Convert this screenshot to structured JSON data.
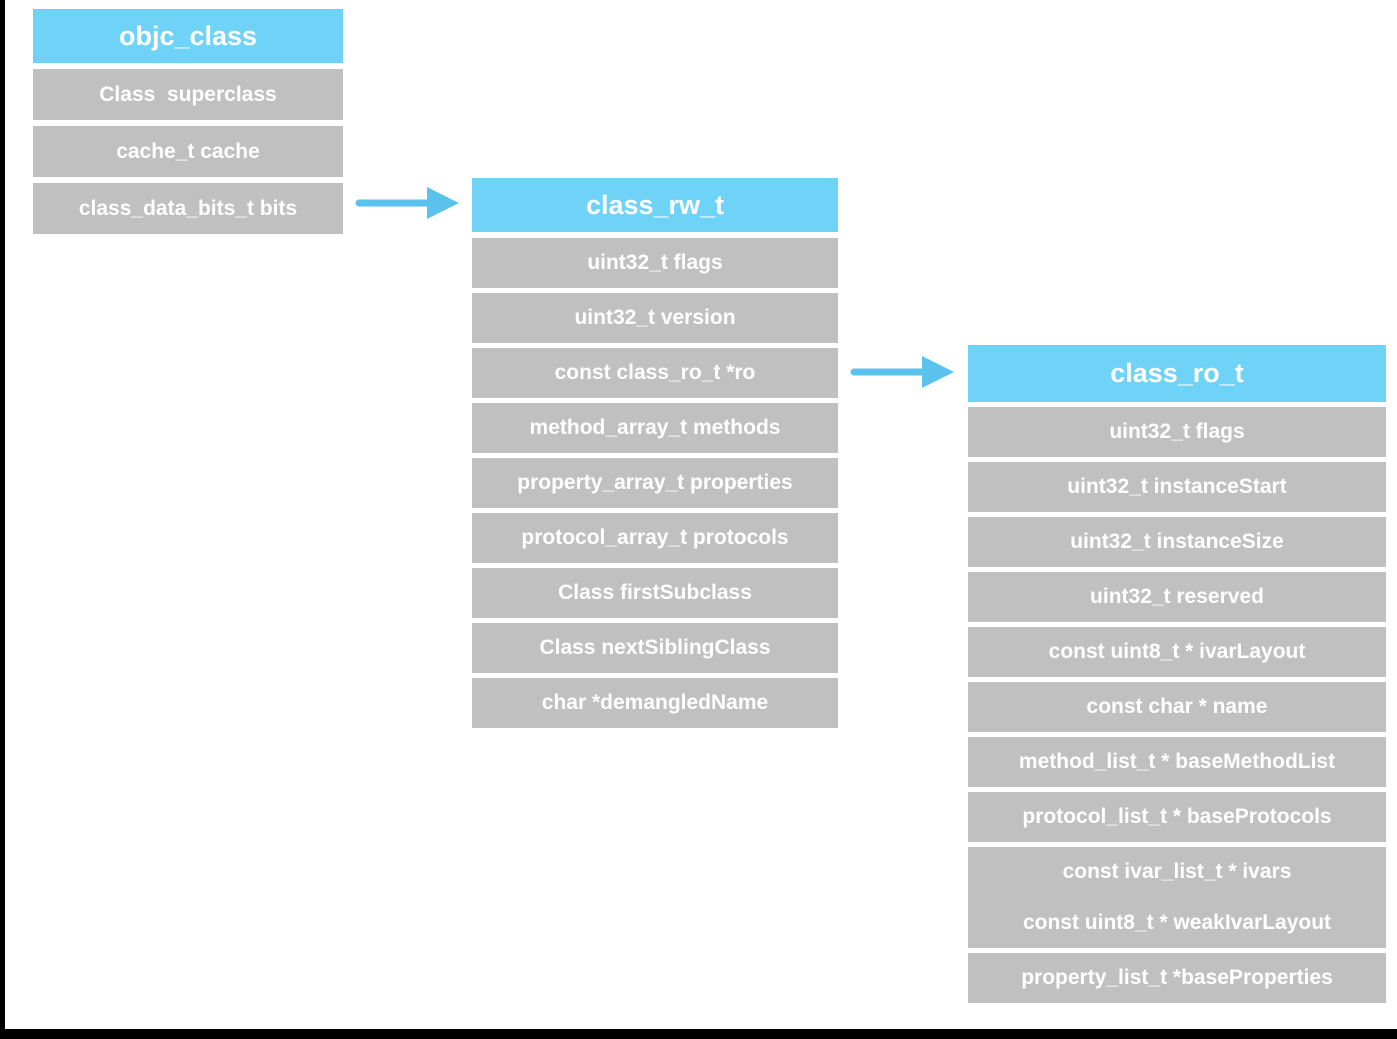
{
  "colors": {
    "header_bg": "#6FD3F7",
    "row_bg": "#C0C0C0",
    "arrow": "#5BC2EE",
    "cell_text": "#FFFFFF"
  },
  "tables": {
    "t1": {
      "title": "objc_class",
      "rows": [
        "Class  superclass",
        "cache_t cache",
        "class_data_bits_t bits"
      ]
    },
    "t2": {
      "title": "class_rw_t",
      "rows": [
        "uint32_t flags",
        "uint32_t version",
        "const class_ro_t *ro",
        "method_array_t methods",
        "property_array_t properties",
        "protocol_array_t protocols",
        "Class firstSubclass",
        "Class nextSiblingClass",
        "char *demangledName"
      ]
    },
    "t3": {
      "title": "class_ro_t",
      "rows": [
        "uint32_t flags",
        "uint32_t instanceStart",
        "uint32_t instanceSize",
        "uint32_t reserved",
        "const uint8_t * ivarLayout",
        "const char * name",
        "method_list_t * baseMethodList",
        "protocol_list_t * baseProtocols",
        "const ivar_list_t * ivars",
        "const uint8_t * weakIvarLayout",
        "property_list_t *baseProperties"
      ]
    }
  },
  "arrows": [
    {
      "from": "class_data_bits_t bits",
      "to": "class_rw_t"
    },
    {
      "from": "const class_ro_t *ro",
      "to": "class_ro_t"
    }
  ]
}
